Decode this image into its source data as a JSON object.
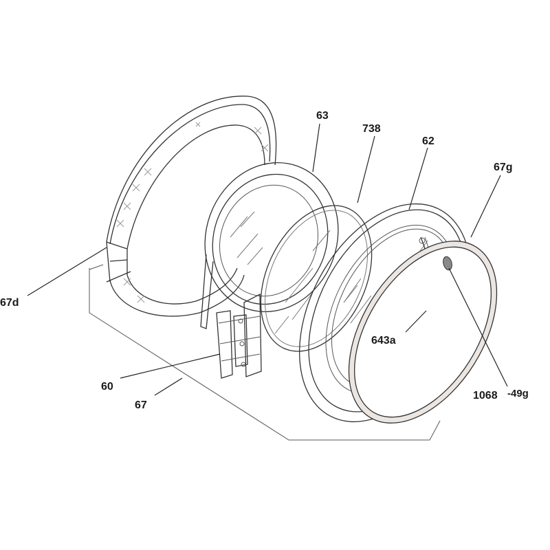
{
  "diagram": {
    "labels": {
      "p63": "63",
      "p738": "738",
      "p62": "62",
      "p67g": "67g",
      "p67d": "67d",
      "p643a": "643a",
      "p60": "60",
      "p67": "67",
      "p1068": "1068",
      "p49g": "-49g"
    }
  }
}
